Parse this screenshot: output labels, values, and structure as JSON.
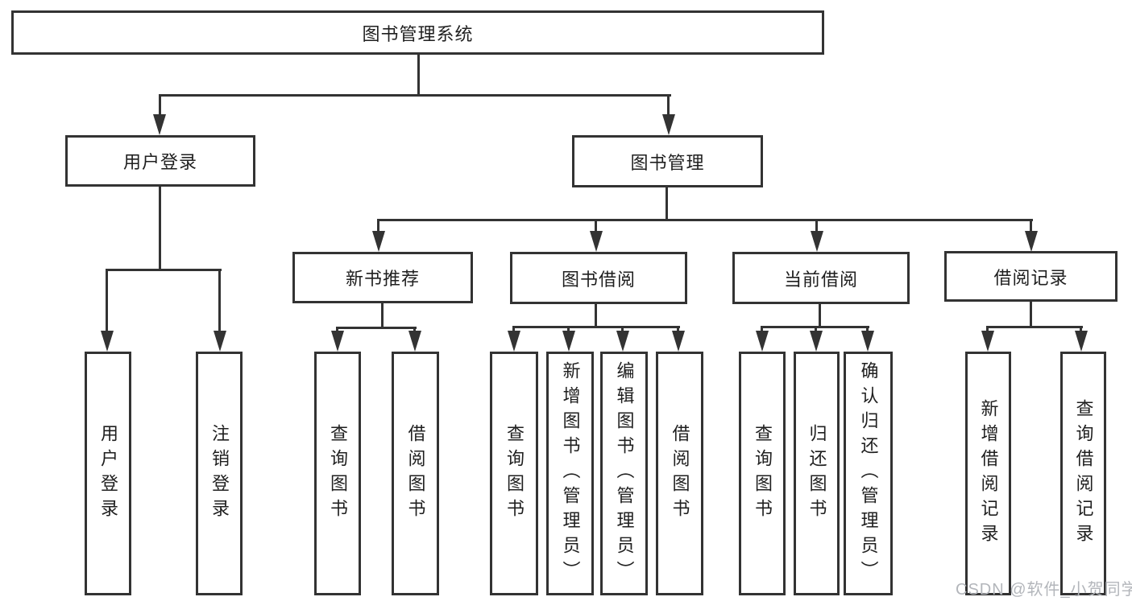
{
  "diagram": {
    "root": {
      "label": "图书管理系统"
    },
    "level2": [
      {
        "label": "用户登录"
      },
      {
        "label": "图书管理"
      }
    ],
    "level3": [
      {
        "label": "新书推荐"
      },
      {
        "label": "图书借阅"
      },
      {
        "label": "当前借阅"
      },
      {
        "label": "借阅记录"
      }
    ],
    "leaves": {
      "user_login": [
        "用户登录",
        "注销登录"
      ],
      "new_book": [
        "查询图书",
        "借阅图书"
      ],
      "book_borrow": [
        "查询图书",
        "新增图书（管理员）",
        "编辑图书（管理员）",
        "借阅图书"
      ],
      "current_borrow": [
        "查询图书",
        "归还图书",
        "确认归还（管理员）"
      ],
      "borrow_record": [
        "新增借阅记录",
        "查询借阅记录"
      ]
    }
  },
  "watermark": "CSDN @软件_小贺同学",
  "colors": {
    "line": "#333333",
    "text": "#1f1f1f",
    "watermark": "#b3b6bb",
    "background": "#ffffff"
  }
}
